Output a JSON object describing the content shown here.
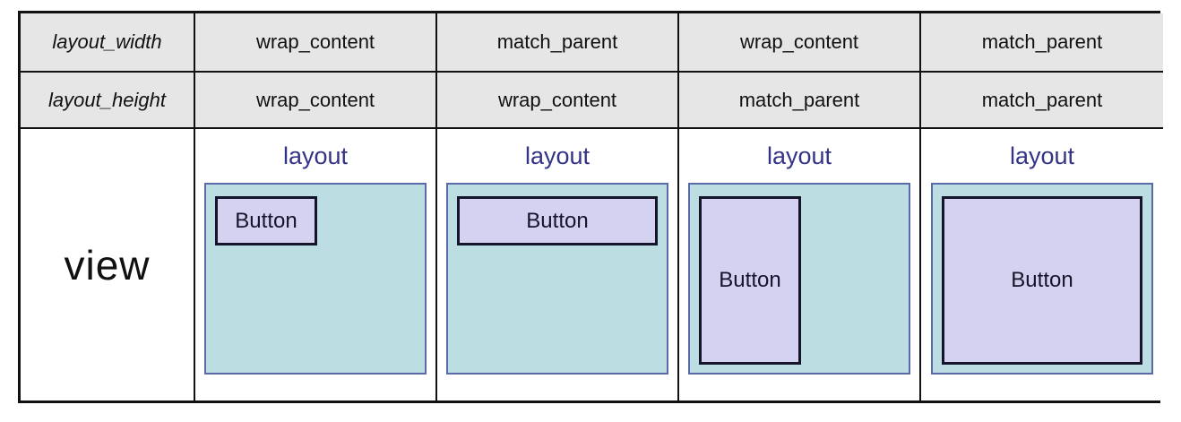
{
  "table": {
    "header_rows": [
      {
        "label": "layout_width",
        "values": [
          "wrap_content",
          "match_parent",
          "wrap_content",
          "match_parent"
        ]
      },
      {
        "label": "layout_height",
        "values": [
          "wrap_content",
          "wrap_content",
          "match_parent",
          "match_parent"
        ]
      }
    ],
    "view_row": {
      "label": "view",
      "cells": [
        {
          "layout_label": "layout",
          "button_label": "Button",
          "width_mode": "wrap_content",
          "height_mode": "wrap_content"
        },
        {
          "layout_label": "layout",
          "button_label": "Button",
          "width_mode": "match_parent",
          "height_mode": "wrap_content"
        },
        {
          "layout_label": "layout",
          "button_label": "Button",
          "width_mode": "wrap_content",
          "height_mode": "match_parent"
        },
        {
          "layout_label": "layout",
          "button_label": "Button",
          "width_mode": "match_parent",
          "height_mode": "match_parent"
        }
      ]
    }
  },
  "colors": {
    "header_bg": "#e6e6e6",
    "grid_border": "#111111",
    "layout_fill": "#bcdde2",
    "layout_border": "#5a6aa8",
    "button_fill": "#d4d2f0",
    "button_border": "#14142a",
    "layout_text": "#333388"
  }
}
